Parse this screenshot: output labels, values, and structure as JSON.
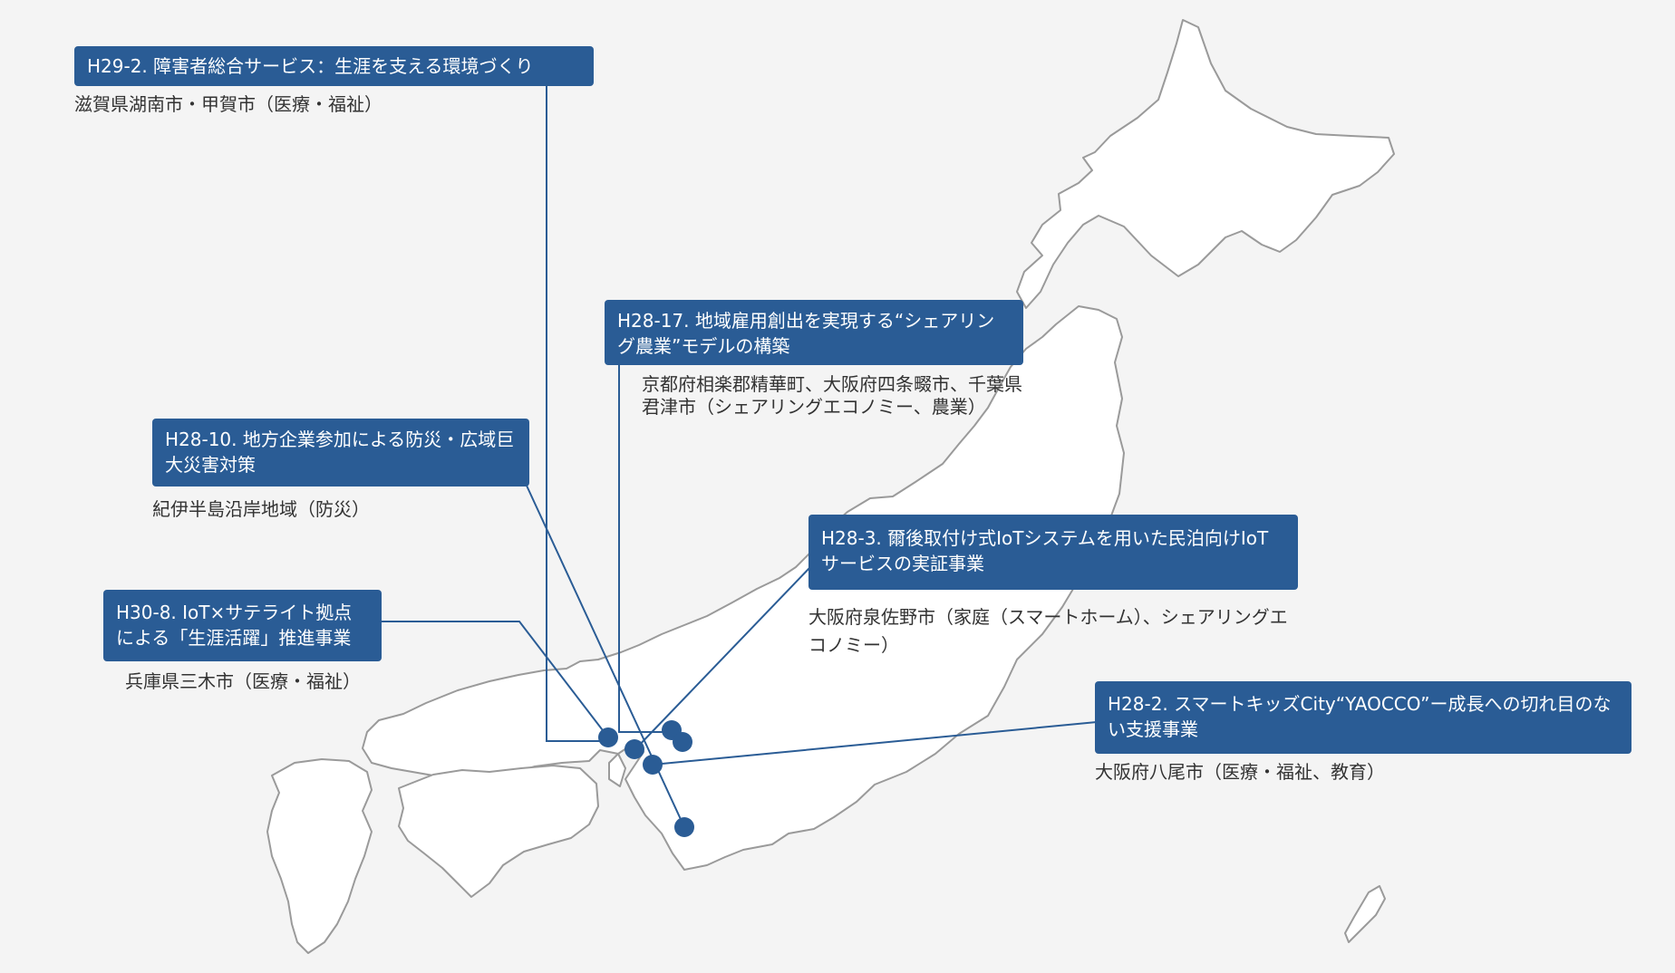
{
  "projects": [
    {
      "id": "h29-2",
      "title": "H29-2. 障害者総合サービス：生涯を支える環境づくり",
      "location": "滋賀県湖南市・甲賀市（医療・福祉）"
    },
    {
      "id": "h28-17",
      "title": "H28-17. 地域雇用創出を実現する“シェアリング農業”モデルの構築",
      "location": "京都府相楽郡精華町、大阪府四条畷市、千葉県君津市（シェアリングエコノミー、農業）"
    },
    {
      "id": "h28-10",
      "title": "H28-10. 地方企業参加による防災・広域巨大災害対策",
      "location": "紀伊半島沿岸地域（防災）"
    },
    {
      "id": "h28-3",
      "title": "H28-3. 爾後取付け式IoTシステムを用いた民泊向けIoTサービスの実証事業",
      "location": "大阪府泉佐野市（家庭（スマートホーム）、シェアリングエコノミー）"
    },
    {
      "id": "h30-8",
      "title": "H30-8. IoT×サテライト拠点による「生涯活躍」推進事業",
      "location": "兵庫県三木市（医療・福祉）"
    },
    {
      "id": "h28-2",
      "title": "H28-2. スマートキッズCity“YAOCCO”ー成長への切れ目のない支援事業",
      "location": "大阪府八尾市（医療・福祉、教育）"
    }
  ],
  "colors": {
    "accent": "#2a5c95",
    "land": "#ffffff",
    "coast": "#9a9a9a",
    "background": "#f4f4f4"
  }
}
